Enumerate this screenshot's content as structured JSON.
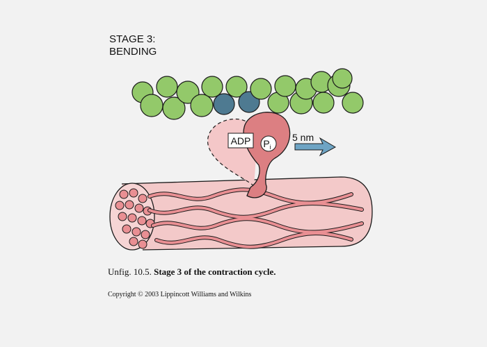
{
  "stage": {
    "line1": "STAGE 3:",
    "line2": "BENDING"
  },
  "labels": {
    "adp": "ADP",
    "pi_main": "P",
    "pi_sub": "i",
    "distance": "5 nm"
  },
  "caption": {
    "prefix": "Unfig. 10.5.",
    "bold": "Stage 3 of the contraction cycle."
  },
  "copyright": "Copyright © 2003 Lippincott Williams and Wilkins",
  "colors": {
    "actin_green": "#93c96a",
    "actin_blue": "#4e7a91",
    "myosin_head": "#dc7f82",
    "filament": "#f3c9c9",
    "arrow_blue": "#6ea4c4"
  }
}
